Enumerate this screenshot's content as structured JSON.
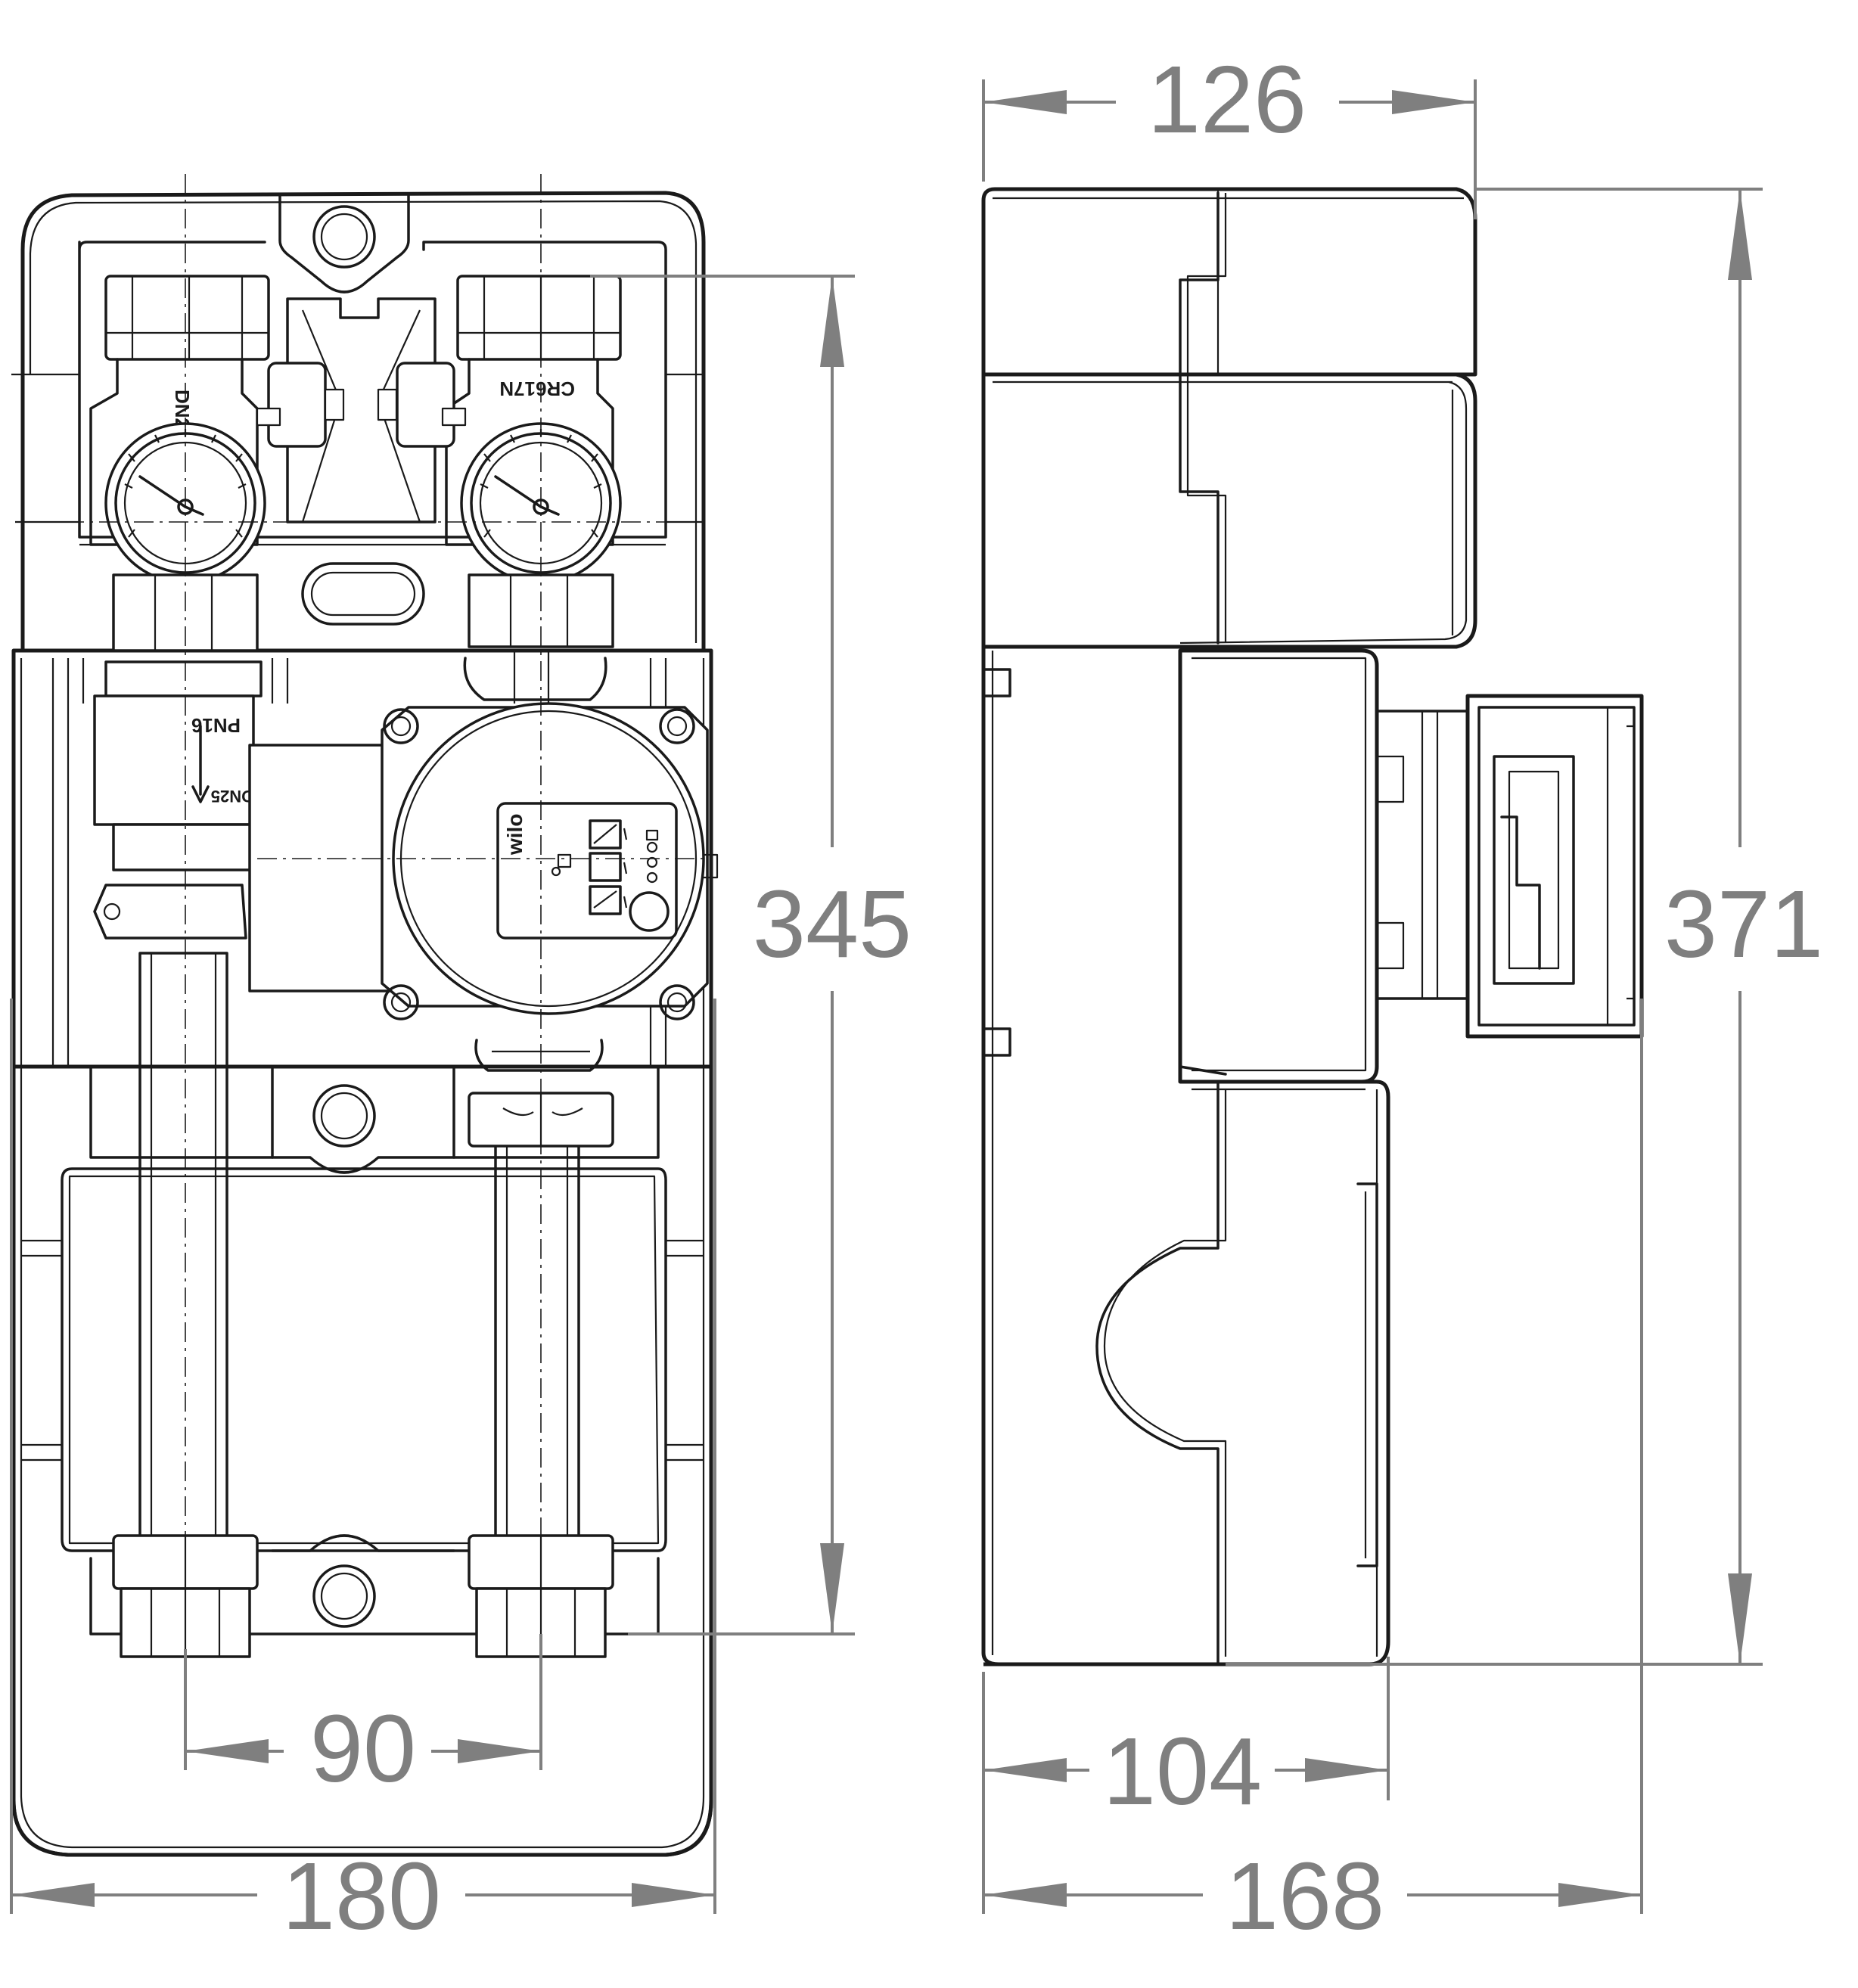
{
  "dimensions": {
    "front_overall_width": "180",
    "front_pipe_spacing": "90",
    "front_height": "345",
    "side_top_depth": "126",
    "side_height": "371",
    "side_lower_depth": "104",
    "side_overall_depth": "168"
  },
  "labels": {
    "left_valve_text": "DN25",
    "right_valve_text": "CR617N",
    "pn_text": "PN16",
    "dn_small_text": "DN25",
    "pump_brand": "wilo"
  },
  "colors": {
    "line": "#1a1a1a",
    "dimension": "#7f7f7f",
    "background": "#ffffff"
  }
}
